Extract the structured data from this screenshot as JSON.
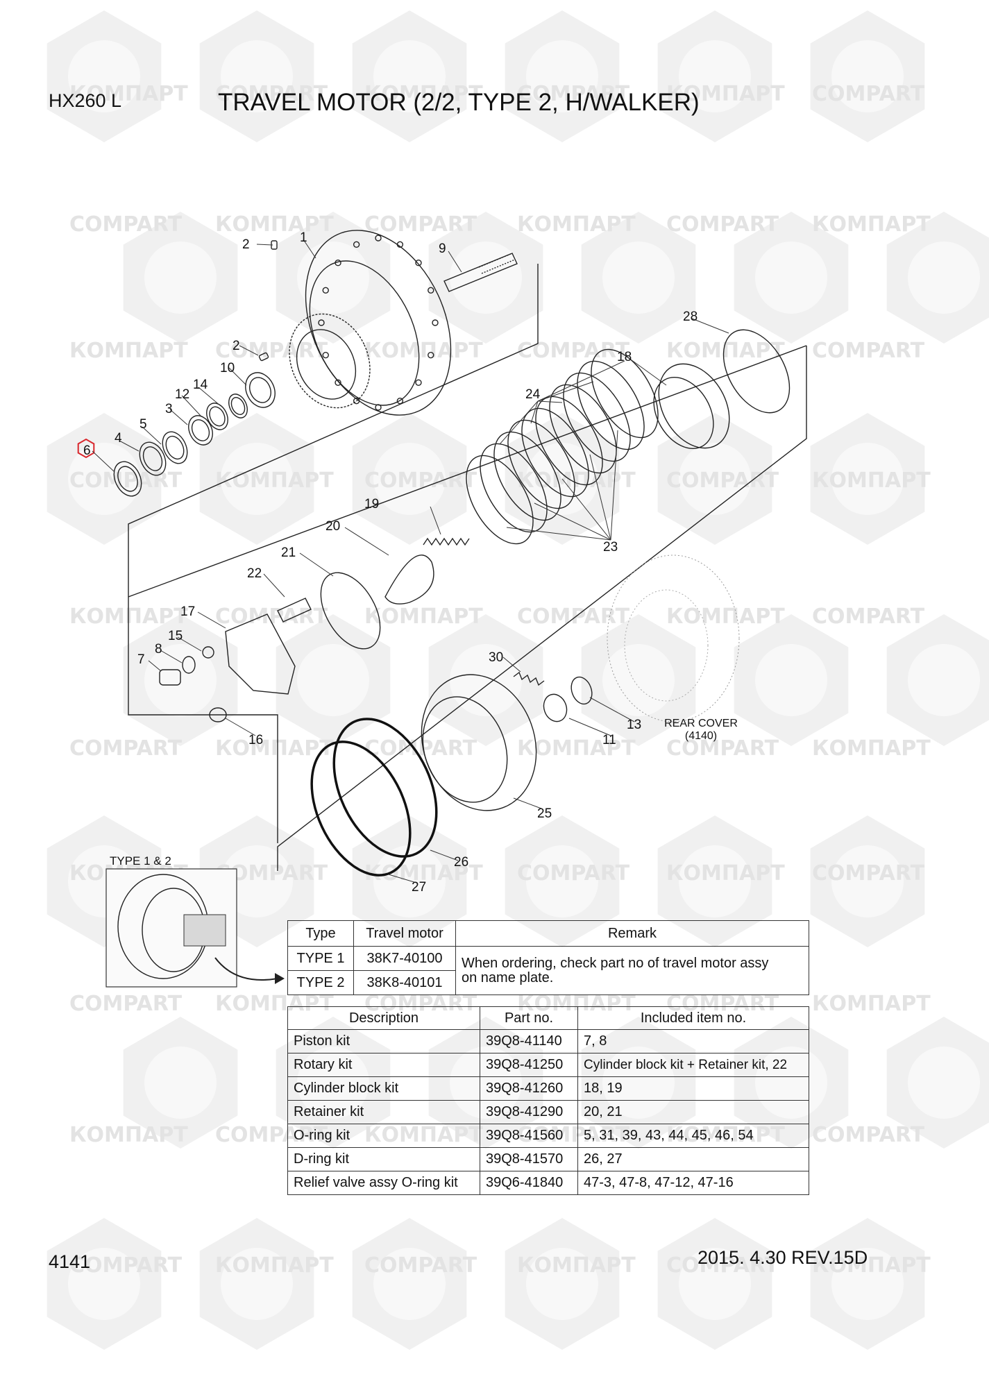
{
  "header": {
    "model": "HX260 L",
    "title": "TRAVEL MOTOR (2/2, TYPE 2, H/WALKER)"
  },
  "watermark": {
    "texts": [
      "КОМПАРТ",
      "COMPART"
    ],
    "color": "#e3e3e3"
  },
  "callouts": [
    "1",
    "2",
    "2",
    "3",
    "4",
    "5",
    "6",
    "7",
    "8",
    "9",
    "10",
    "11",
    "12",
    "13",
    "14",
    "15",
    "16",
    "17",
    "18",
    "19",
    "20",
    "21",
    "22",
    "23",
    "24",
    "25",
    "26",
    "27",
    "28",
    "30"
  ],
  "highlight": {
    "item": "6",
    "color": "#d9262c"
  },
  "rear_cover": {
    "line1": "REAR COVER",
    "line2": "(4140)"
  },
  "inset": {
    "label": "TYPE 1 & 2"
  },
  "type_table": {
    "headers": [
      "Type",
      "Travel motor",
      "Remark"
    ],
    "rows": [
      [
        "TYPE 1",
        "38K7-40100"
      ],
      [
        "TYPE 2",
        "38K8-40101"
      ]
    ],
    "remark_line1": "When ordering, check part no of travel motor assy",
    "remark_line2": "on name plate."
  },
  "kit_table": {
    "headers": [
      "Description",
      "Part no.",
      "Included item no."
    ],
    "rows": [
      [
        "Piston kit",
        "39Q8-41140",
        "7, 8"
      ],
      [
        "Rotary kit",
        "39Q8-41250",
        "Cylinder block kit + Retainer kit, 22"
      ],
      [
        "Cylinder block kit",
        "39Q8-41260",
        "18, 19"
      ],
      [
        "Retainer kit",
        "39Q8-41290",
        "20, 21"
      ],
      [
        "O-ring kit",
        "39Q8-41560",
        "5, 31, 39, 43, 44, 45, 46, 54"
      ],
      [
        "D-ring kit",
        "39Q8-41570",
        "26, 27"
      ],
      [
        "Relief valve assy O-ring kit",
        "39Q6-41840",
        "47-3, 47-8, 47-12, 47-16"
      ]
    ]
  },
  "footer": {
    "page_number": "4141",
    "revision": "2015. 4.30  REV.15D"
  }
}
